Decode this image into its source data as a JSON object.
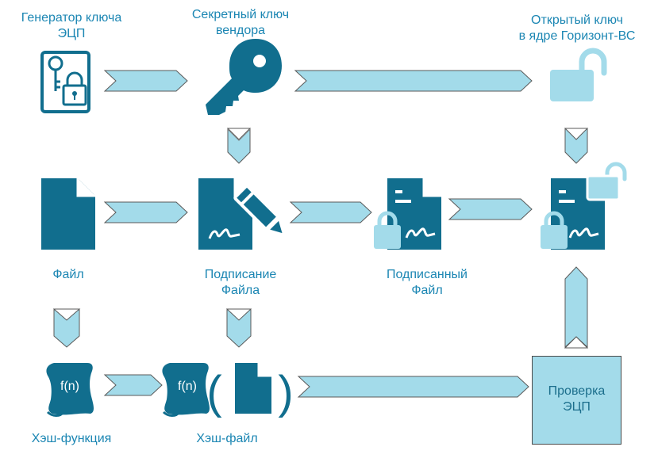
{
  "labels": {
    "generator": [
      "Генератор ключа",
      "ЭЦП"
    ],
    "vendor_key": [
      "Секретный ключ",
      "вендора"
    ],
    "public_key": [
      "Открытый ключ",
      "в ядре Горизонт-ВС"
    ],
    "file": "Файл",
    "signing": [
      "Подписание",
      "Файла"
    ],
    "signed_file": [
      "Подписанный",
      "Файл"
    ],
    "hash_function": "Хэш-функция",
    "hash_file": "Хэш-файл",
    "verify": [
      "Проверка",
      "ЭЦП"
    ],
    "fn_text": "f(n)",
    "paren_open": "(",
    "paren_close": ")"
  },
  "colors": {
    "primary": "#116e8e",
    "light": "#a3dbea",
    "label": "#1b86b3"
  },
  "icons": [
    "key-document-icon",
    "key-icon",
    "unlocked-padlock-icon",
    "file-icon",
    "signing-document-icon",
    "signed-document-icon",
    "signed-document-unlocked-icon",
    "script-scroll-icon",
    "hash-scroll-icon",
    "small-file-icon"
  ]
}
